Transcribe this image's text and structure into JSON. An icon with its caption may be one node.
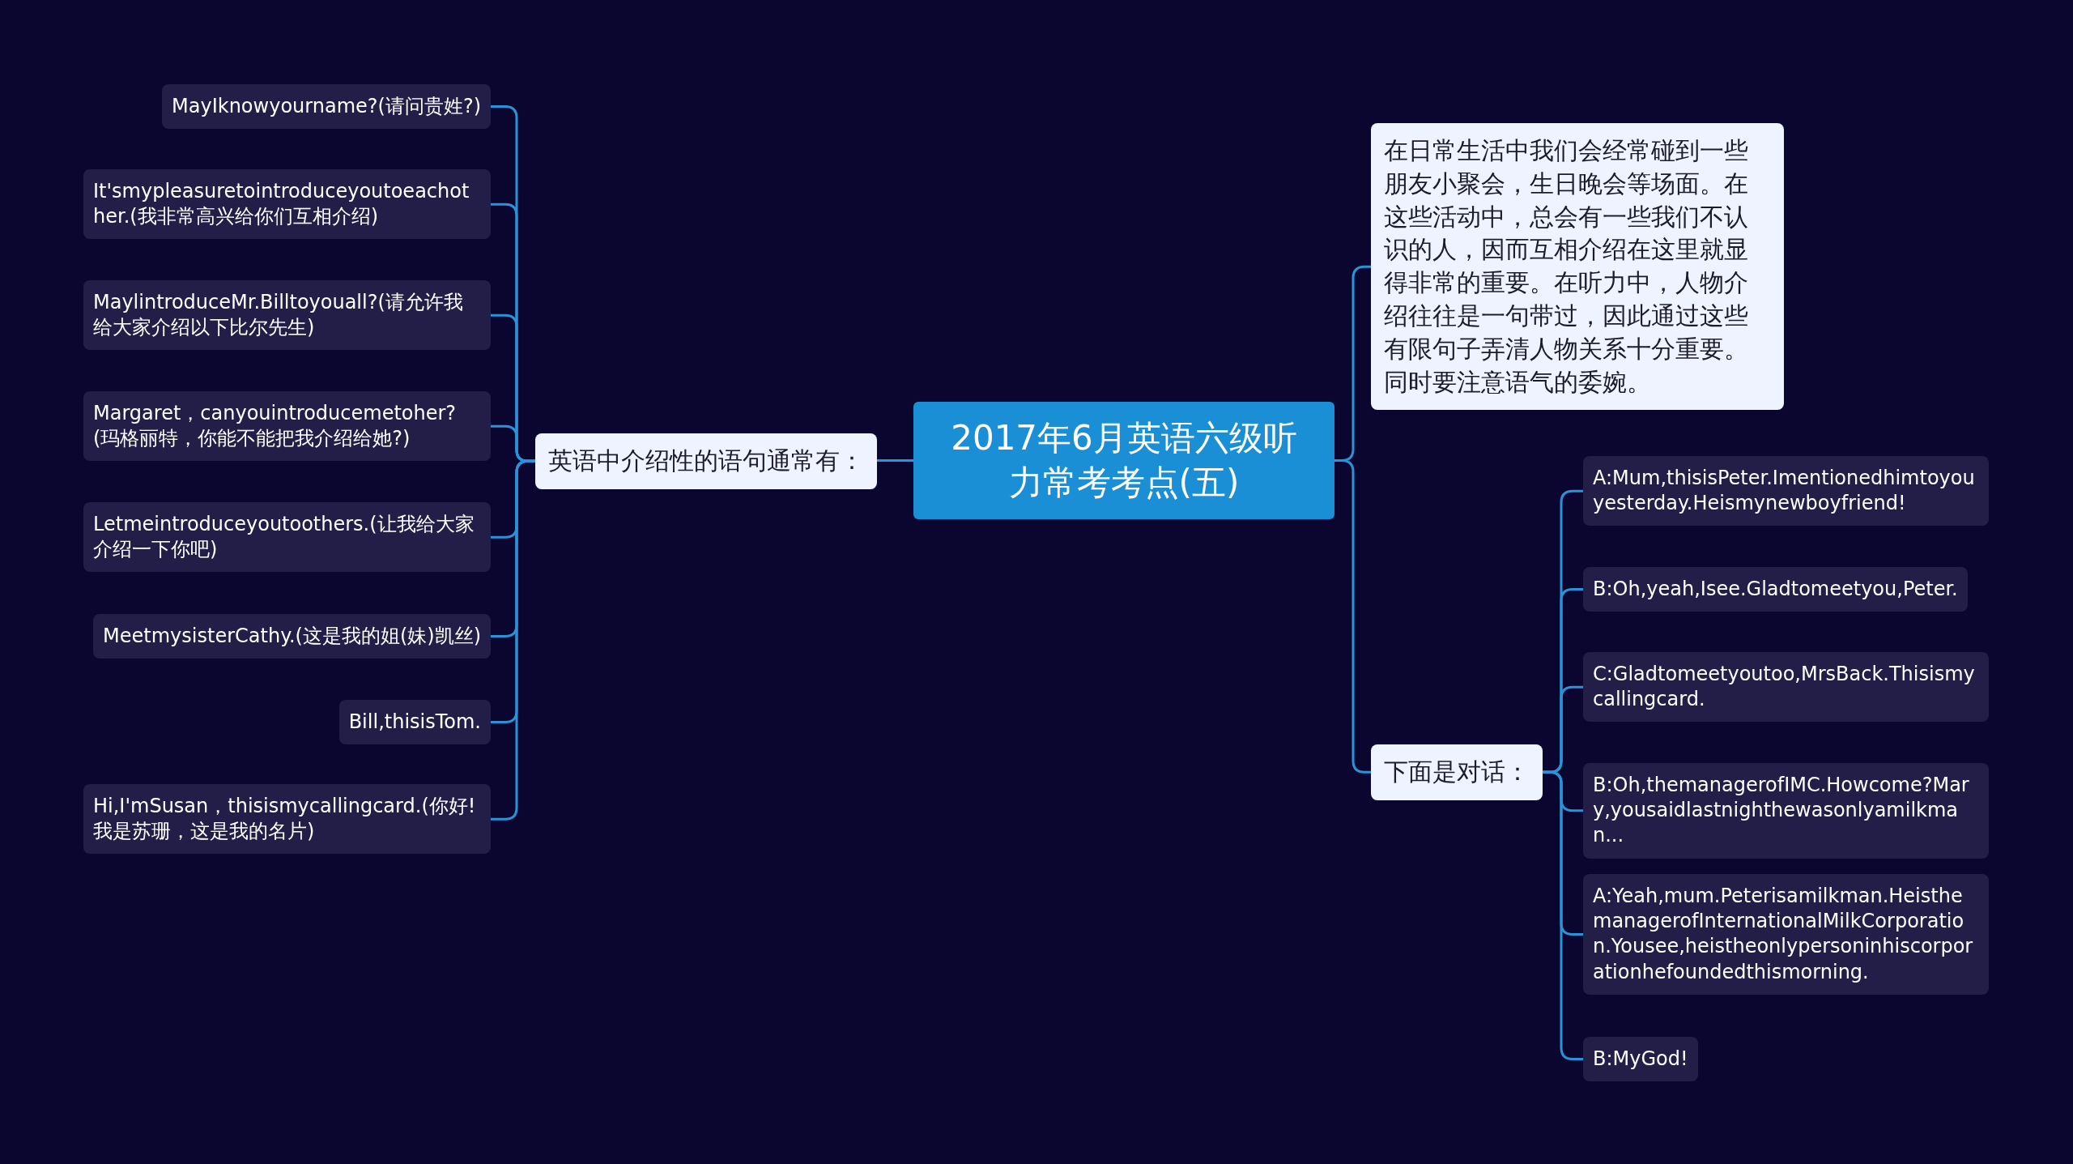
{
  "diagram": {
    "nodes": [
      {
        "text": [
          "2017年6月英语六级听力常考考点(五)"
        ]
      },
      {
        "text": [
          "英语中介绍性的语句通常有："
        ]
      },
      {
        "text": [
          "MayIknowyourname?(请问贵姓?)"
        ]
      },
      {
        "text": [
          "It'smypleasuretointroduceyoutoeachother.(我非常高兴给你们互相介绍)"
        ]
      },
      {
        "text": [
          "MaylintroduceMr.Billtoyouall?(请允许我给大家介绍以下比尔先生)"
        ]
      },
      {
        "text": [
          "Margaret，canyouintroducemetoher?(玛格丽特，你能不能把我介绍给她?)"
        ]
      },
      {
        "text": [
          "Letmeintroduceyoutoothers.(让我给大家介绍一下你吧)"
        ]
      },
      {
        "text": [
          "MeetmysisterCathy.(这是我的姐(妹)凯丝)"
        ]
      },
      {
        "text": [
          "Bill,thisisTom."
        ]
      },
      {
        "text": [
          "Hi,I'mSusan，thisismycallingcard.(你好!我是苏珊，这是我的名片)"
        ]
      },
      {
        "text": [
          "在日常生活中我们会经常碰到一些朋友小聚会，生日晚会等场面。在这些活动中，总会有一些我们不认识的人，因而互相介绍在这里就显得非常的重要。在听力中，人物介绍往往是一句带过，因此通过这些有限句子弄清人物关系十分重要。同时要注意语气的委婉。"
        ]
      },
      {
        "text": [
          "下面是对话："
        ]
      },
      {
        "text": [
          "A:Mum,thisisPeter.Imentionedhimtoyouyesterday.Heismynewboyfriend!"
        ]
      },
      {
        "text": [
          "B:Oh,yeah,Isee.Gladtomeetyou,Peter."
        ]
      },
      {
        "text": [
          "C:Gladtomeetyoutoo,MrsBack.Thisismycallingcard."
        ]
      },
      {
        "text": [
          "B:Oh,themanagerofIMC.Howcome?Mary,yousaidlastnighthewasonlyamilkman..."
        ]
      },
      {
        "text": [
          "A:Yeah,mum.Peterisamilkman.HeisthemanagerofInternationalMilkCorporation.Yousee,heistheonlypersoninhiscorporationhefoundedthismorning."
        ]
      },
      {
        "text": [
          "B:MyGod!"
        ]
      }
    ],
    "edges": [
      {
        "from": 0,
        "to": 1,
        "arrow": "none"
      },
      {
        "from": 1,
        "to": 2,
        "arrow": "none"
      },
      {
        "from": 1,
        "to": 3,
        "arrow": "none"
      },
      {
        "from": 1,
        "to": 4,
        "arrow": "none"
      },
      {
        "from": 1,
        "to": 5,
        "arrow": "none"
      },
      {
        "from": 1,
        "to": 6,
        "arrow": "none"
      },
      {
        "from": 1,
        "to": 7,
        "arrow": "none"
      },
      {
        "from": 1,
        "to": 8,
        "arrow": "none"
      },
      {
        "from": 1,
        "to": 9,
        "arrow": "none"
      },
      {
        "from": 0,
        "to": 10,
        "arrow": "none"
      },
      {
        "from": 0,
        "to": 11,
        "arrow": "none"
      },
      {
        "from": 11,
        "to": 12,
        "arrow": "none"
      },
      {
        "from": 11,
        "to": 13,
        "arrow": "none"
      },
      {
        "from": 11,
        "to": 14,
        "arrow": "none"
      },
      {
        "from": 11,
        "to": 15,
        "arrow": "none"
      },
      {
        "from": 11,
        "to": 16,
        "arrow": "none"
      },
      {
        "from": 11,
        "to": 17,
        "arrow": "none"
      }
    ]
  }
}
